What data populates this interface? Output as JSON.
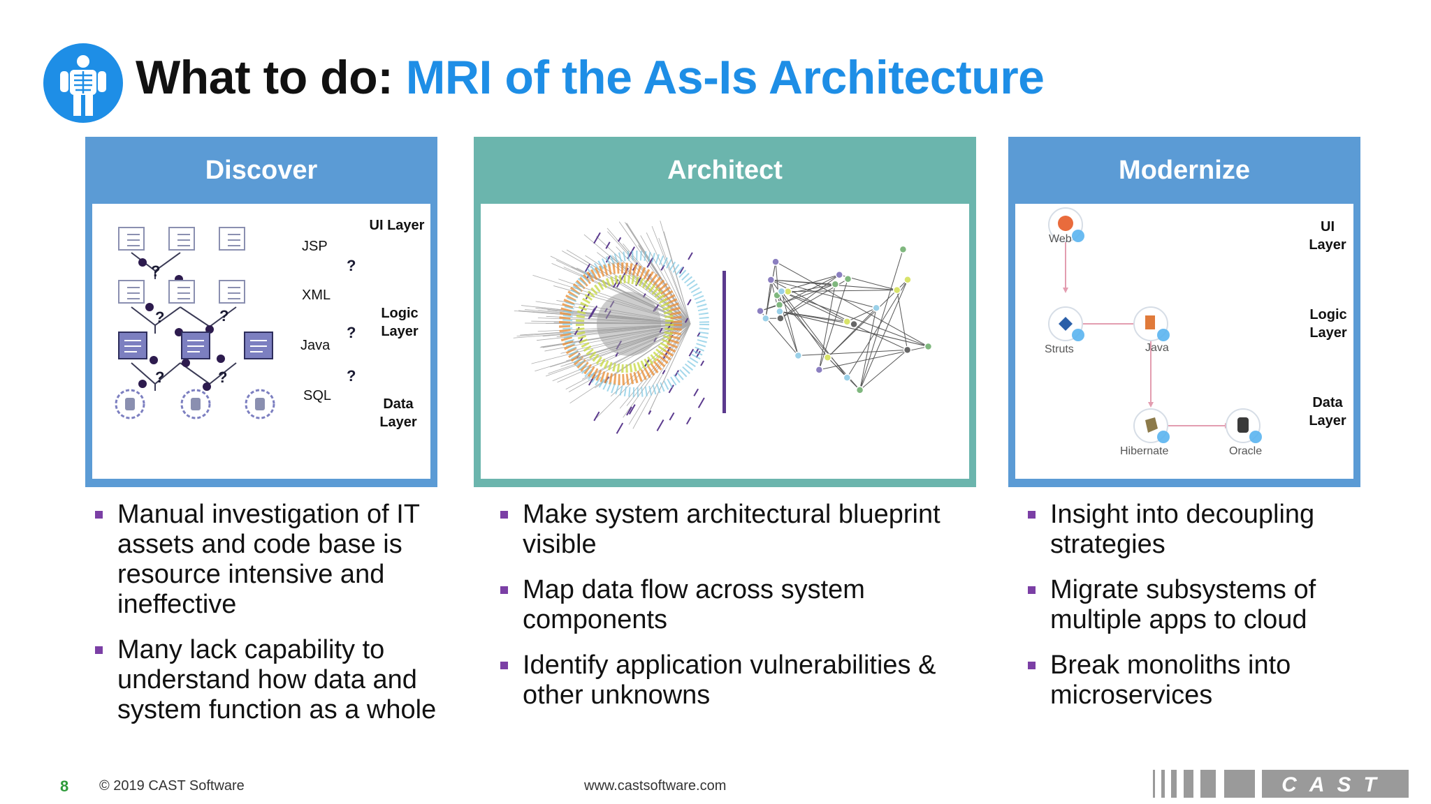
{
  "title": {
    "prefix": "What to do:",
    "accent": "MRI of the As-Is Architecture"
  },
  "panels": {
    "discover": {
      "header": "Discover",
      "tech": [
        "JSP",
        "XML",
        "Java",
        "SQL"
      ],
      "layers": [
        "UI Layer",
        "Logic Layer",
        "Data Layer"
      ],
      "question_mark": "?"
    },
    "architect": {
      "header": "Architect"
    },
    "modernize": {
      "header": "Modernize",
      "nodes": [
        "Web",
        "Struts",
        "Java",
        "Hibernate",
        "Oracle"
      ],
      "layers": [
        "UI Layer",
        "Logic Layer",
        "Data Layer"
      ]
    }
  },
  "bullets": {
    "discover": [
      "Manual investigation of IT assets and code base is resource intensive and ineffective",
      "Many lack capability to understand how data and system function as a whole"
    ],
    "architect": [
      "Make system architectural blueprint visible",
      "Map data flow across system components",
      "Identify application vulnerabilities & other unknowns"
    ],
    "modernize": [
      "Insight into decoupling strategies",
      "Migrate subsystems of multiple apps to cloud",
      "Break monoliths into microservices"
    ]
  },
  "footer": {
    "page_number": "8",
    "copyright": "© 2019 CAST Software",
    "url": "www.castsoftware.com",
    "logo_text": "CAST"
  },
  "colors": {
    "title_accent": "#1e8ee6",
    "discover_header": "#5b9bd5",
    "architect_header": "#6bb5ad",
    "modernize_header": "#5b9bd5",
    "bullet": "#7b3fa5",
    "page_number": "#2e9b3a"
  },
  "icons": [
    "skeleton-xray-icon",
    "cast-logo"
  ]
}
